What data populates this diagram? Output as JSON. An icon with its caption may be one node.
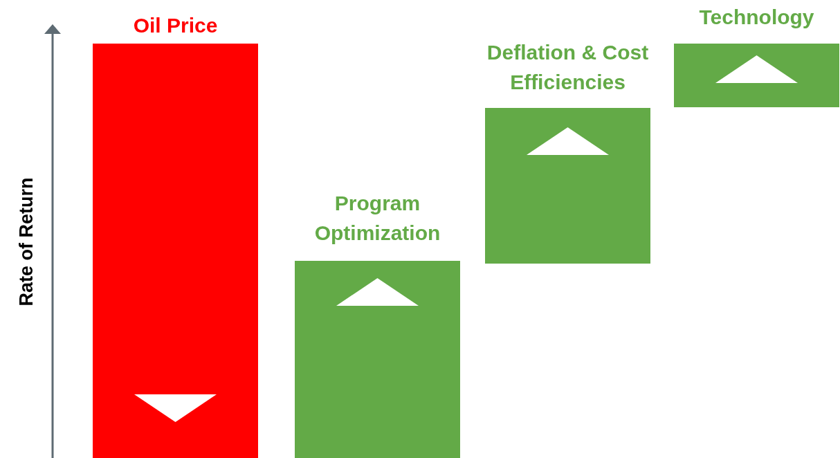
{
  "diagram": {
    "nodes": [
      {
        "text": [
          "Oil Price"
        ]
      },
      {
        "text": [
          "Program Optimization"
        ]
      },
      {
        "text": [
          "Deflation & Cost Efficiencies"
        ]
      },
      {
        "text": [
          "Technology"
        ]
      }
    ],
    "labels": [
      "Rate of Return"
    ]
  }
}
